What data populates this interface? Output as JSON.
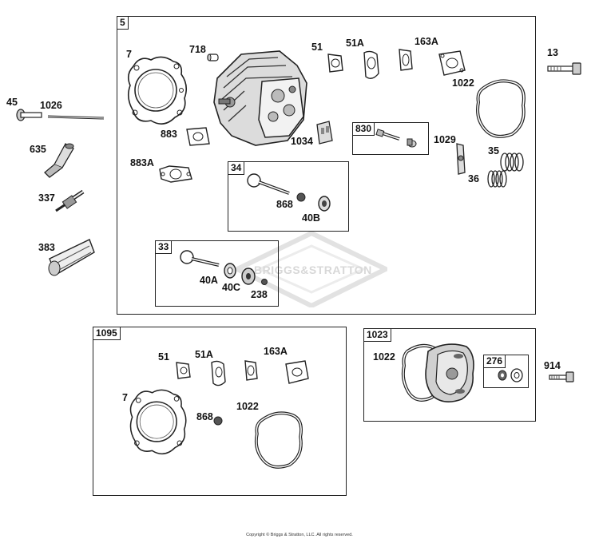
{
  "boxes": {
    "b5": "5",
    "b34": "34",
    "b33": "33",
    "b830": "830",
    "b1095": "1095",
    "b1023": "1023",
    "b276": "276"
  },
  "labels": {
    "p7": "7",
    "p718": "718",
    "p51": "51",
    "p51a": "51A",
    "p163a": "163A",
    "p13": "13",
    "p1022": "1022",
    "p45": "45",
    "p1026": "1026",
    "p883": "883",
    "p1034": "1034",
    "p1029": "1029",
    "p35": "35",
    "p36": "36",
    "p635": "635",
    "p883a": "883A",
    "p868": "868",
    "p40b": "40B",
    "p337": "337",
    "p383": "383",
    "p40a": "40A",
    "p40c": "40C",
    "p238": "238",
    "k51": "51",
    "k51a": "51A",
    "k163a": "163A",
    "k7": "7",
    "k868": "868",
    "k1022": "1022",
    "c1022": "1022",
    "p914": "914"
  },
  "watermark": "BRIGGS&STRATTON",
  "copyright": "Copyright © Briggs & Stratton, LLC. All rights reserved."
}
